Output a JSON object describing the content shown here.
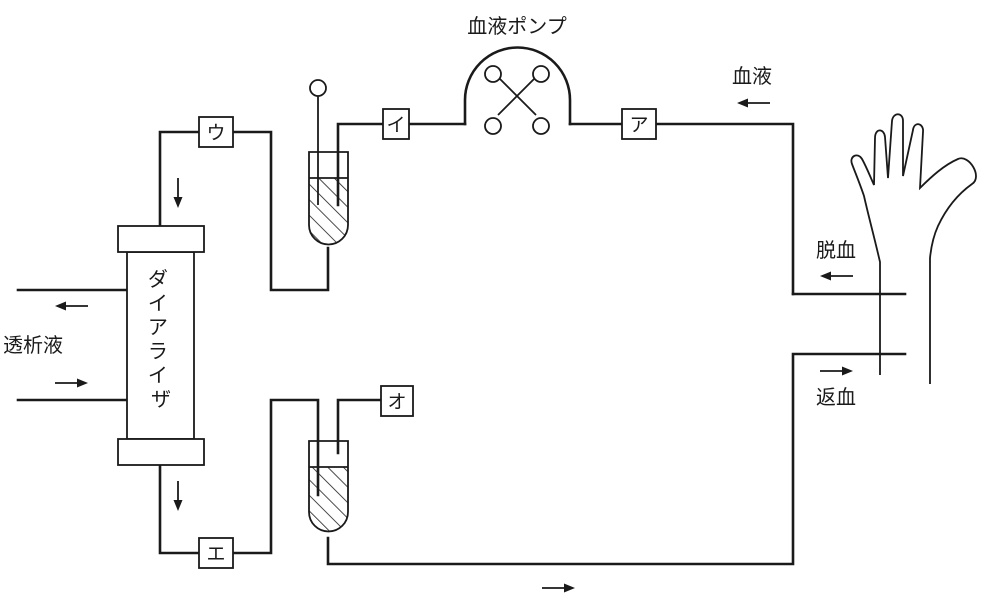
{
  "labels": {
    "pump": "血液ポンプ",
    "blood": "血液",
    "outflow": "脱血",
    "return": "返血",
    "dialysate": "透析液",
    "dialyzer": "ダイアライザ"
  },
  "boxes": {
    "a": "ア",
    "i": "イ",
    "u": "ウ",
    "e": "エ",
    "o": "オ"
  },
  "colors": {
    "line": "#1a1a1a",
    "background": "#ffffff"
  }
}
